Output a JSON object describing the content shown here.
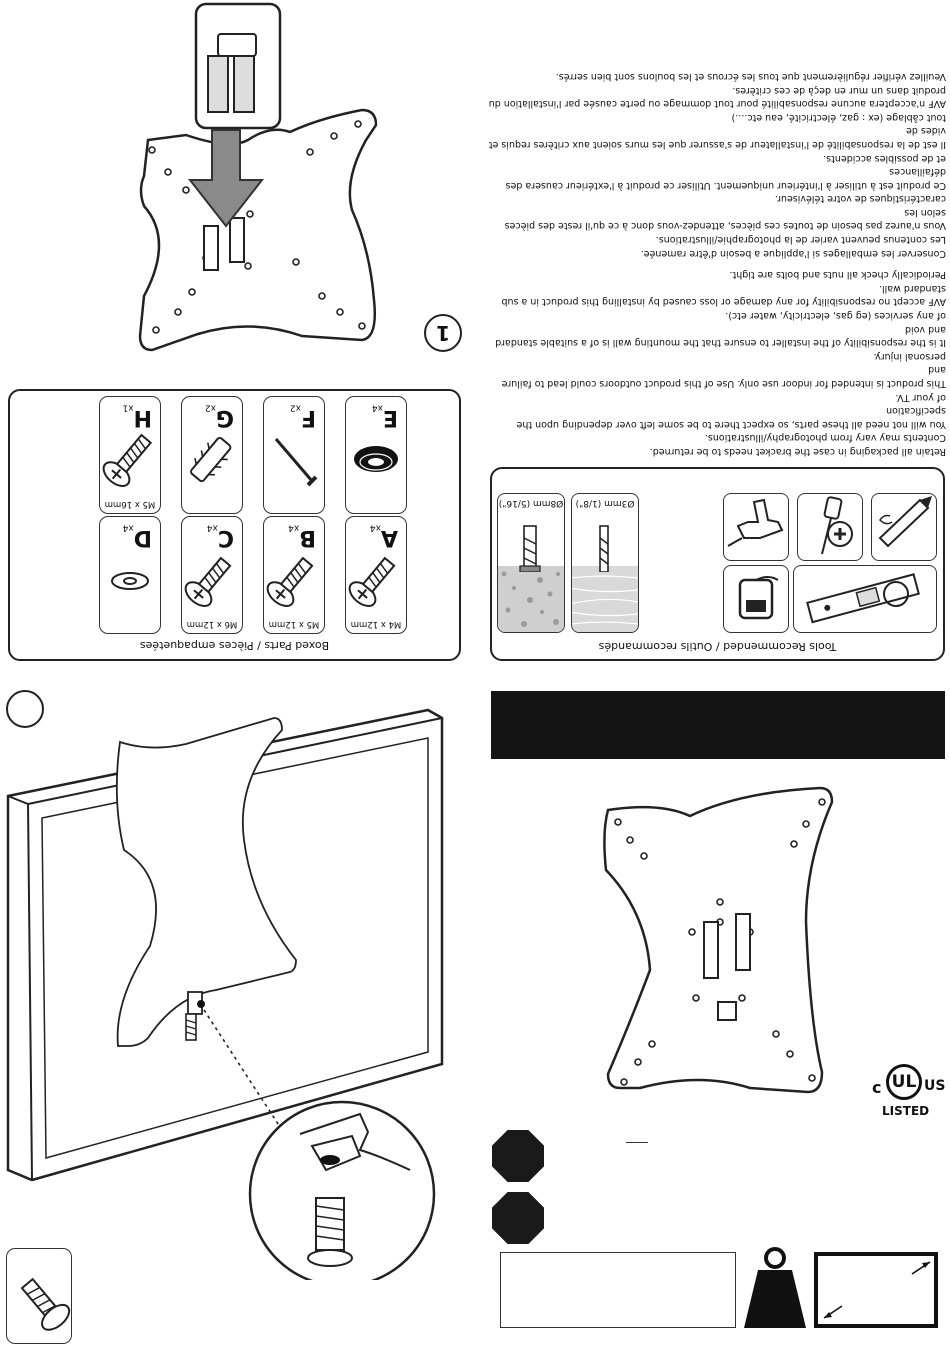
{
  "boxed_parts": {
    "title": "Boxed Parts / Pièces empaquetées",
    "parts": [
      {
        "letter": "A",
        "qty": "x4",
        "size": "M4 x 12mm",
        "icon": "screw-icon"
      },
      {
        "letter": "B",
        "qty": "x4",
        "size": "M5 x 12mm",
        "icon": "screw-icon"
      },
      {
        "letter": "C",
        "qty": "x4",
        "size": "M6 x 12mm",
        "icon": "screw-icon"
      },
      {
        "letter": "D",
        "qty": "x4",
        "size": "",
        "icon": "washer-icon"
      },
      {
        "letter": "E",
        "qty": "x4",
        "size": "",
        "icon": "spacer-icon"
      },
      {
        "letter": "F",
        "qty": "x2",
        "size": "",
        "icon": "nail-icon"
      },
      {
        "letter": "G",
        "qty": "x2",
        "size": "",
        "icon": "wall-anchor-icon"
      },
      {
        "letter": "H",
        "qty": "x1",
        "size": "M5 x 16mm",
        "icon": "screw-icon"
      }
    ]
  },
  "tools": {
    "title": "Tools Recommended / Outils recommandés",
    "drill_bits": [
      {
        "label": "Ø3mm (1/8\")",
        "material": "wood"
      },
      {
        "label": "Ø8mm (5/16\")",
        "material": "concrete"
      }
    ],
    "icons": [
      "drill-icon",
      "screwdriver-icon",
      "pencil-icon",
      "stud-finder-icon",
      "level-icon"
    ]
  },
  "warnings_en": [
    "Retain all packaging in case the bracket needs to be returned.",
    "Contents may vary from photography/illustrations.",
    "You will not need all these parts, so expect there to be some left over depending upon the specification",
    "of your TV.",
    "This product is intended for indoor use only.  Use of this product outdoors could lead to failure and",
    "personal injury.",
    "It is the responsibility of the installer to ensure that the mounting wall is of a suitable standard and void",
    "of any services (eg gas, electricity, water etc).",
    "AVF accept no responsibility for any damage or loss caused by installing this product in a sub",
    "standard wall.",
    "Periodically check all nuts and bolts are tight."
  ],
  "warnings_fr": [
    "Conserver les emballages si l'applique a besoin d'être ramenée.",
    "Les contenus peuvent varier de la photographie/illustrations.",
    "Vous n'aurez pas besoin de toutes ces pièces, attendez-vous donc à ce qu'il reste des pièces selon les",
    "caractéristiques de votre téléviseur.",
    "Ce produit est à utiliser à l'intérieur uniquement. Utiliser ce produit à l'extérieur causera des défaillances",
    "et de possibles accidents.",
    "Il est de la responsabilité de l'installateur de s'assurer que les murs soient aux critères requis et vides de",
    "tout câblage (ex : gaz, électricité, eau etc....)",
    "AVF n'acceptera aucune responsabilité pour tout dommage ou perte causée par l'installation du",
    "produit dans un mur en deçà de ces critères.",
    "Veuillez vérifier régulièrement que tous les écrous et les boulons sont bien serrés."
  ],
  "step1": {
    "number": "1"
  },
  "certification": {
    "c": "c",
    "ul": "UL",
    "us": "US",
    "listed": "LISTED"
  },
  "colors": {
    "ink": "#111111",
    "arrow": "#8a8a8a",
    "panel_border": "#222222",
    "dark_band": "#141414"
  }
}
